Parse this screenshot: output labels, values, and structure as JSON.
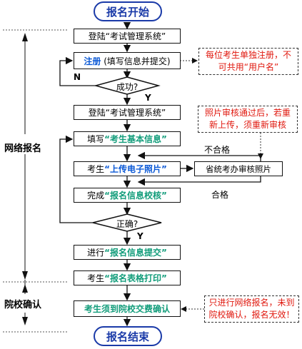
{
  "title_start": "报名开始",
  "title_end": "报名结束",
  "sections": {
    "online": "网络报名",
    "school": "院校确认"
  },
  "steps": {
    "login1": {
      "prefix": "登陆",
      "name": "“考试管理系统”"
    },
    "register": {
      "action": "注册",
      "detail": "(填写信息并提交)"
    },
    "success_q": "成功?",
    "login2": {
      "prefix": "登陆",
      "name": "“考试管理系统”"
    },
    "fill": {
      "prefix": "填写",
      "name": "“考生基本信息”"
    },
    "upload": {
      "prefix": "考生",
      "name": "“上传电子照片”"
    },
    "review": "省统考办审核照片",
    "verify": {
      "prefix": "完成",
      "name": "“报名信息校核”"
    },
    "correct_q": "正确?",
    "submit": {
      "prefix": "进行",
      "name": "“报名信息提交”"
    },
    "print": {
      "prefix": "考生",
      "name": "“报名表格打印”"
    },
    "confirm": "考生须到院校交费确认"
  },
  "labels": {
    "no": "N",
    "yes1": "Y",
    "yes2": "Y",
    "fail": "不合格",
    "pass": "合格"
  },
  "notes": {
    "unique": "每位考生单独注册，不可共用“用户名”",
    "photo": "照片审核通过后，若重新上传，须重新审核",
    "invalid": "只进行网络报名，未到院校确认，报名无效！"
  }
}
